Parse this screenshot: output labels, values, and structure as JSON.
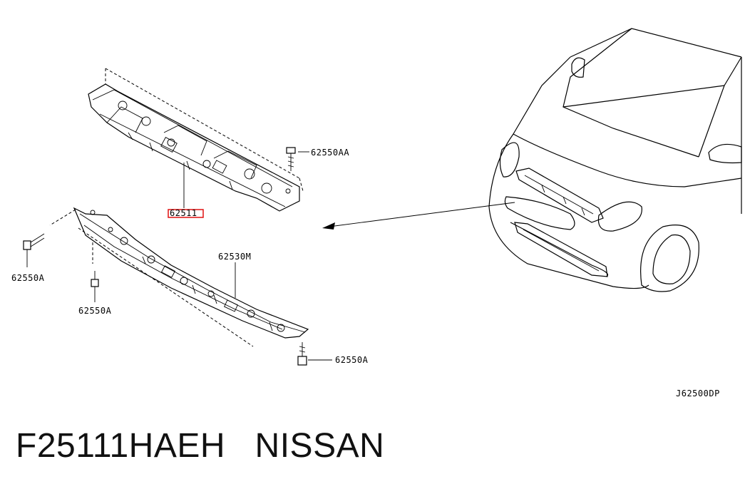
{
  "labels": {
    "upper_member": "62511",
    "bolt_aa": "62550AA",
    "lower_member": "62530M",
    "bolt_a_left": "62550A",
    "bolt_a_center": "62550A",
    "bolt_a_right": "62550A",
    "diagram_code": "J62500DP"
  },
  "caption": {
    "part_number": "F25111HAEH",
    "brand": "NISSAN"
  },
  "colors": {
    "highlight_box": "#e01010",
    "line": "#000000"
  }
}
